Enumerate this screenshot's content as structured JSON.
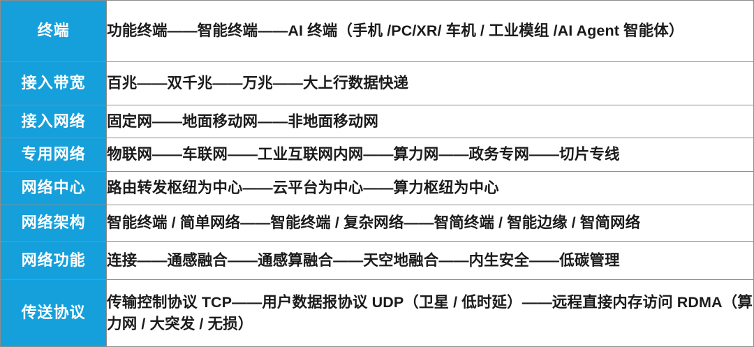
{
  "colors": {
    "label_background": "#16A0DB",
    "label_text": "#FFFFFF",
    "content_text": "#1B1B1B",
    "border": "#8C8C8C",
    "page_background": "#FFFFFF"
  },
  "table": {
    "rows": [
      {
        "label": "终端",
        "content": "功能终端——智能终端——AI 终端（手机 /PC/XR/ 车机 / 工业模组 /AI Agent 智能体）"
      },
      {
        "label": "接入带宽",
        "content": "百兆——双千兆——万兆——大上行数据快递"
      },
      {
        "label": "接入网络",
        "content": "固定网——地面移动网——非地面移动网"
      },
      {
        "label": "专用网络",
        "content": "物联网——车联网——工业互联网内网——算力网——政务专网——切片专线"
      },
      {
        "label": "网络中心",
        "content": "路由转发枢纽为中心——云平台为中心——算力枢纽为中心"
      },
      {
        "label": "网络架构",
        "content": "智能终端 / 简单网络——智能终端 / 复杂网络——智简终端 / 智能边缘 / 智简网络"
      },
      {
        "label": "网络功能",
        "content": "连接——通感融合——通感算融合——天空地融合——内生安全——低碳管理"
      },
      {
        "label": "传送协议",
        "content": "传输控制协议 TCP——用户数据报协议 UDP（卫星 / 低时延）——远程直接内存访问 RDMA（算力网 / 大突发 / 无损）"
      }
    ]
  }
}
